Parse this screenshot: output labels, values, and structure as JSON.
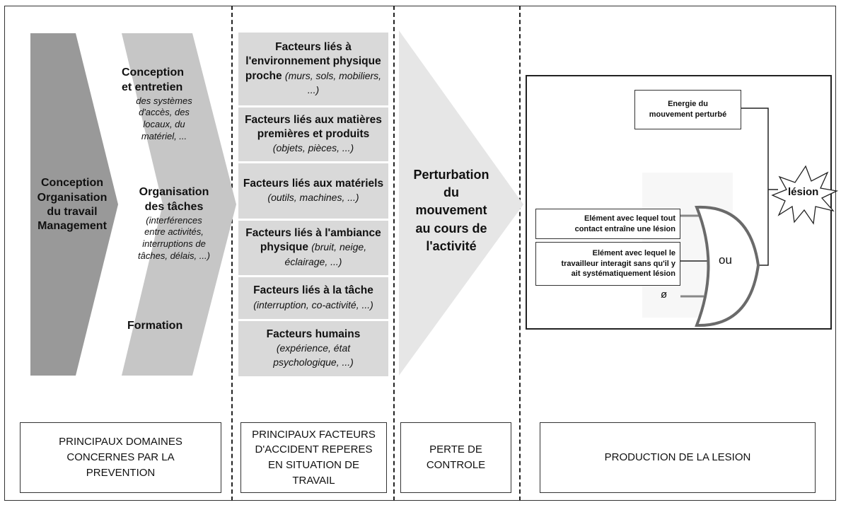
{
  "column1": {
    "main_arrow": [
      "Conception",
      "Organisation",
      "du travail",
      "Management"
    ],
    "domain1": {
      "title_line1": "Conception",
      "title_line2": "et entretien",
      "detail": [
        "des systèmes",
        "d'accès, des",
        "locaux, du",
        "matériel, ..."
      ]
    },
    "domain2": {
      "title_line1": "Organisation",
      "title_line2": "des tâches",
      "detail": [
        "(interférences",
        "entre activités,",
        "interruptions de",
        "tâches, délais, ...)"
      ]
    },
    "domain3": {
      "title": "Formation"
    }
  },
  "column2": {
    "factors": [
      {
        "title": "Facteurs liés à l'environnement physique proche",
        "detail": "(murs, sols, mobiliers, ...)"
      },
      {
        "title": "Facteurs liés aux matières premières et produits",
        "detail": "(objets, pièces, ...)"
      },
      {
        "title": "Facteurs liés aux matériels",
        "detail": "(outils, machines, ...)"
      },
      {
        "title": "Facteurs liés à l'ambiance physique",
        "detail": "(bruit, neige, éclairage, ...)"
      },
      {
        "title": "Facteurs liés à la tâche",
        "detail": "(interruption, co-activité, ...)"
      },
      {
        "title": "Facteurs humains",
        "detail": "(expérience, état psychologique, ...)"
      }
    ]
  },
  "column3": {
    "arrow_text": [
      "Perturbation",
      "du",
      "mouvement",
      "au cours de",
      "l'activité"
    ]
  },
  "column4": {
    "energy_box": [
      "Energie du",
      "mouvement perturbé"
    ],
    "input1": [
      "Elément avec lequel tout",
      "contact entraîne une lésion"
    ],
    "input2": [
      "Elément avec lequel le",
      "travailleur interagit sans qu'il y",
      "ait systématiquement  lésion"
    ],
    "empty_symbol": "ø",
    "gate_label": "ou",
    "lesion_label": "lésion"
  },
  "bottom": {
    "col1": [
      "PRINCIPAUX DOMAINES",
      "CONCERNES PAR LA",
      "PREVENTION"
    ],
    "col2": [
      "PRINCIPAUX FACTEURS",
      "D'ACCIDENT REPERES",
      "EN SITUATION DE",
      "TRAVAIL"
    ],
    "col3": [
      "PERTE DE",
      "CONTROLE"
    ],
    "col4": "PRODUCTION DE LA LESION"
  }
}
